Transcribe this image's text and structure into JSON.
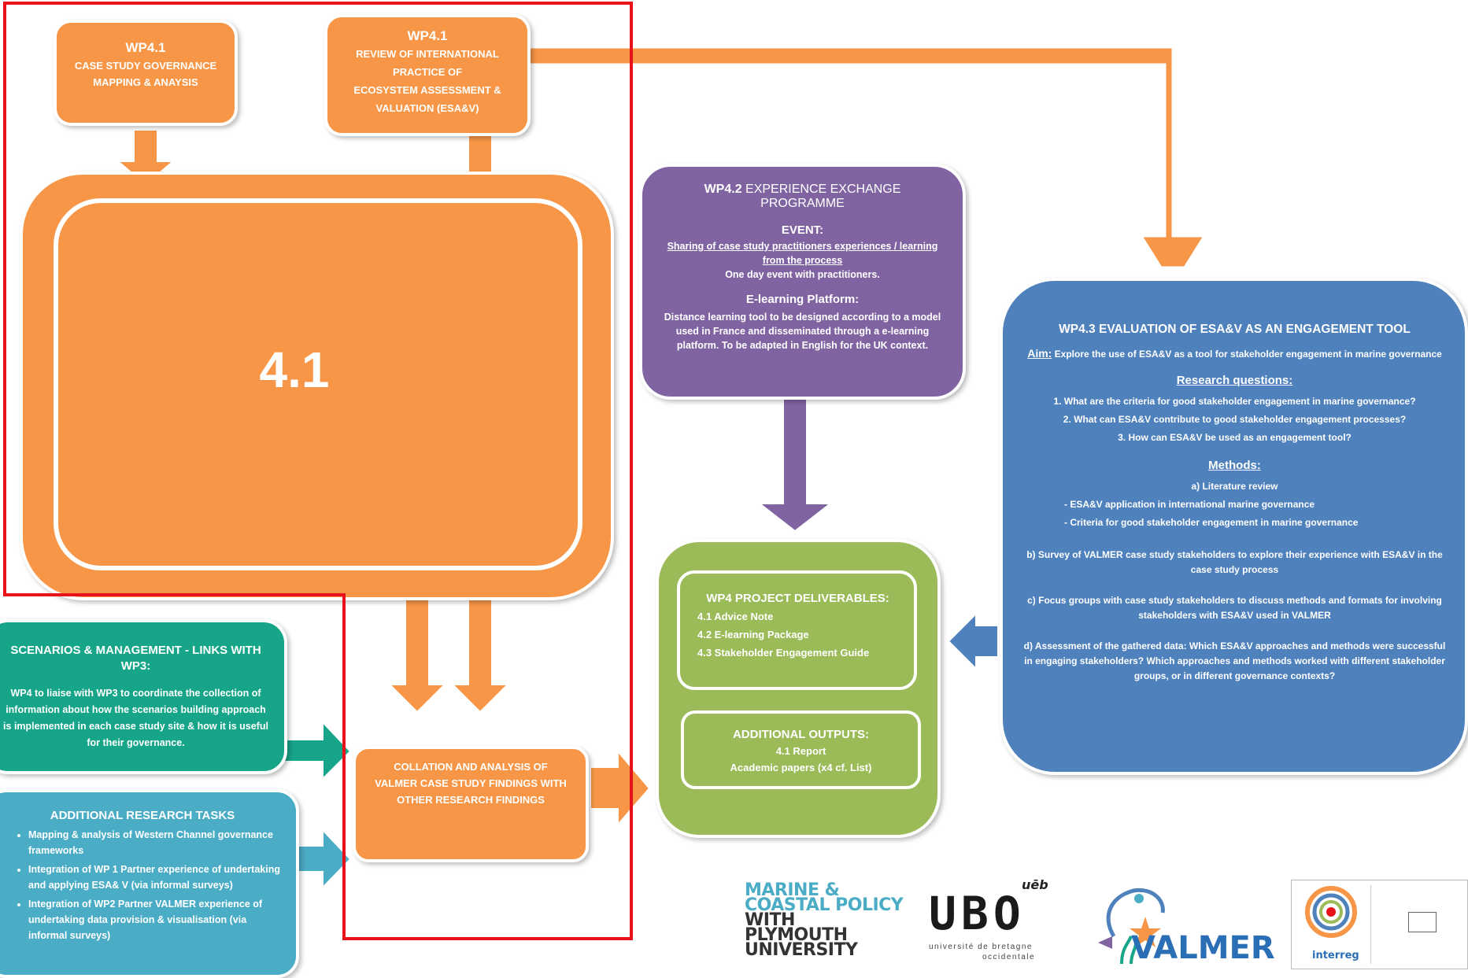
{
  "colors": {
    "orange": "#f79646",
    "purple": "#8064a2",
    "blue": "#4f81bd",
    "green": "#9bbb59",
    "teal": "#17a589",
    "lightblue": "#4bacc6",
    "red": "#e8131a"
  },
  "wp41_case": {
    "title": "WP4.1",
    "line1": "CASE STUDY GOVERNANCE",
    "line2": "MAPPING & ANAYSIS"
  },
  "wp41_review": {
    "title": "WP4.1",
    "line1": "REVIEW OF INTERNATIONAL",
    "line2": "PRACTICE OF",
    "line3": "ECOSYSTEM ASSESSMENT &",
    "line4": "VALUATION (ESA&V)"
  },
  "box41": {
    "label": "4.1"
  },
  "wp42": {
    "title_bold": "WP4.2",
    "title_rest": " EXPERIENCE EXCHANGE PROGRAMME",
    "event_heading": "EVENT:",
    "event_underlined": "Sharing of case study practitioners experiences / learning from the process",
    "event_detail": "One day event with practitioners.",
    "elearning_heading": "E-learning Platform:",
    "elearning_detail": "Distance learning tool to be designed according to a model used in France and disseminated through a e-learning platform. To be adapted in English for the UK context."
  },
  "wp43": {
    "title_bold": "WP4.3",
    "title_rest": " EVALUATION OF ESA&V AS AN ENGAGEMENT TOOL",
    "aim_label": "Aim:",
    "aim_text": " Explore the use of ESA&V as a tool for stakeholder engagement in marine governance",
    "rq_heading": "Research questions:",
    "rq1": "1. What are the criteria for good stakeholder engagement in marine governance?",
    "rq2": "2. What can ESA&V contribute to good stakeholder engagement processes?",
    "rq3": "3. How can ESA&V be used as an engagement tool?",
    "methods_heading": "Methods:",
    "m_a": "a) Literature review",
    "m_a1": "- ESA&V application in international marine governance",
    "m_a2": "- Criteria for good stakeholder engagement in marine governance",
    "m_b": "b) Survey of VALMER case study stakeholders to explore their experience with ESA&V in the case study process",
    "m_c": "c) Focus groups with case study stakeholders to discuss methods and formats for involving stakeholders with ESA&V used in VALMER",
    "m_d": "d) Assessment of the gathered data: Which ESA&V approaches and methods were successful in engaging stakeholders? Which approaches and methods worked with different stakeholder groups, or in different governance contexts?"
  },
  "deliverables": {
    "heading": "WP4 PROJECT DELIVERABLES:",
    "item1": "4.1 Advice Note",
    "item2": "4.2 E-learning Package",
    "item3": "4.3 Stakeholder Engagement Guide"
  },
  "outputs": {
    "heading": "ADDITIONAL OUTPUTS:",
    "item1": "4.1 Report",
    "item2": "Academic papers (x4 cf. List)"
  },
  "scenarios": {
    "heading": "SCENARIOS & MANAGEMENT - LINKS WITH WP3:",
    "body": "WP4 to liaise with WP3 to coordinate the collection of information about how the scenarios building approach is implemented in each case study site & how it is useful for their governance."
  },
  "research": {
    "heading": "ADDITIONAL RESEARCH TASKS",
    "items": [
      "Mapping & analysis of Western Channel governance frameworks",
      "Integration of WP 1 Partner experience of undertaking and applying ESA& V (via informal surveys)",
      "Integration of WP2 Partner VALMER experience  of undertaking data provision & visualisation (via informal surveys)"
    ]
  },
  "collation": {
    "line1": "COLLATION AND ANALYSIS OF",
    "line2": "VALMER CASE STUDY FINDINGS WITH",
    "line3": "OTHER RESEARCH FINDINGS"
  },
  "logos": {
    "marine_1": "MARINE &",
    "marine_2": "COASTAL POLICY",
    "marine_3": "WITH",
    "marine_4": "PLYMOUTH",
    "marine_5": "UNIVERSITY",
    "ubo": "UBO",
    "ueb": "uēb",
    "ubo_sub1": "université de bretagne",
    "ubo_sub2": "occidentale",
    "valmer": "VALMER",
    "interreg": "interreg"
  }
}
